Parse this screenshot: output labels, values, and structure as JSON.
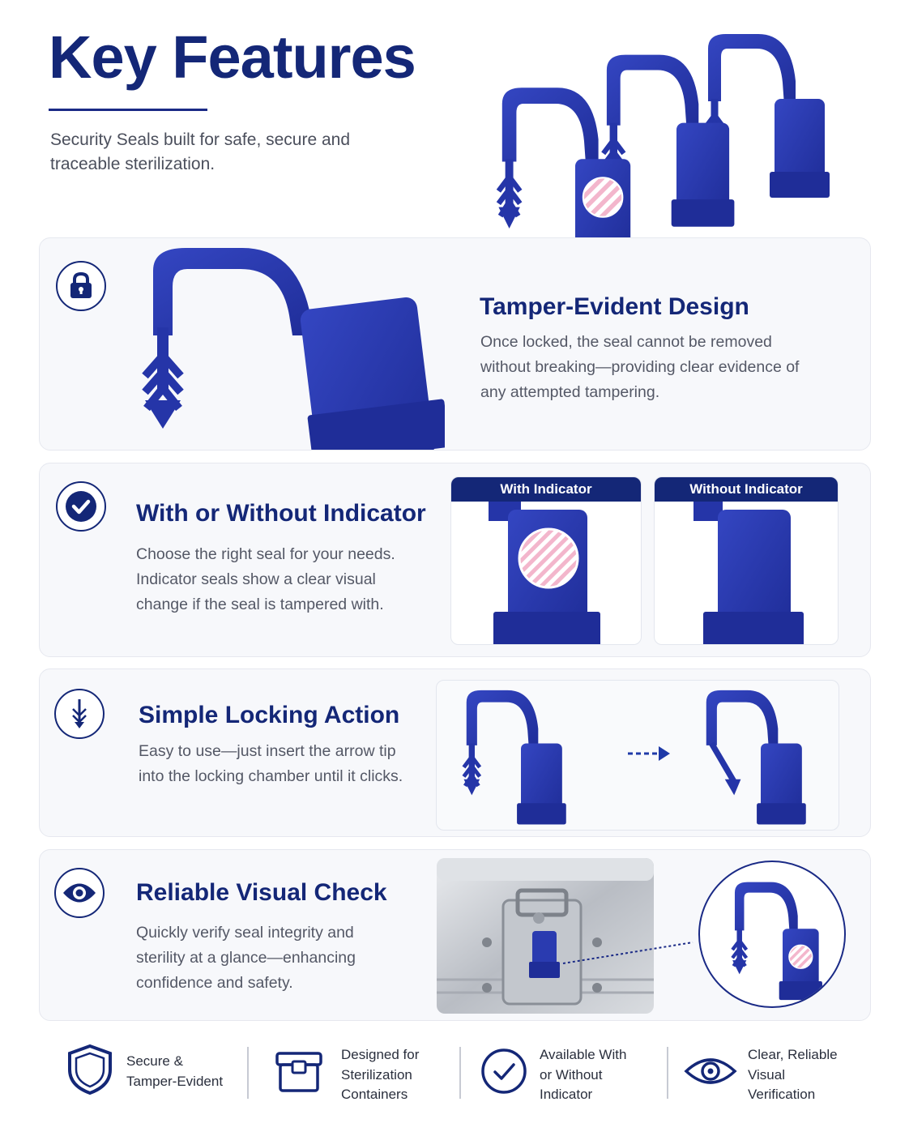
{
  "header": {
    "title": "Key Features",
    "subtitle": "Security Seals built for safe, secure and traceable sterilization."
  },
  "features": [
    {
      "title": "Tamper-Evident Design",
      "description": "Once locked, the seal cannot be removed without breaking—providing clear evidence of any attempted tampering.",
      "icon": "lock-icon"
    },
    {
      "title": "With or Without Indicator",
      "description": "Choose the right seal for your needs. Indicator seals show a clear visual change if the seal is tampered with.",
      "icon": "check-circle-icon",
      "panels": [
        "With Indicator",
        "Without Indicator"
      ]
    },
    {
      "title": "Simple Locking Action",
      "description": "Easy to use—just insert the arrow tip into the locking chamber until it clicks.",
      "icon": "arrow-down-icon"
    },
    {
      "title": "Reliable Visual Check",
      "description": "Quickly verify seal integrity and sterility at a glance—enhancing confidence and safety.",
      "icon": "eye-icon"
    }
  ],
  "footer": [
    {
      "label": "Secure &\nTamper-Evident",
      "icon": "shield-icon"
    },
    {
      "label": "Designed for\nSterilization\nContainers",
      "icon": "container-icon"
    },
    {
      "label": "Available With\nor Without\nIndicator",
      "icon": "check-circle-icon"
    },
    {
      "label": "Clear, Reliable\nVisual\nVerification",
      "icon": "eye-icon"
    }
  ],
  "colors": {
    "navy": "#142777",
    "seal_blue": "#2a3bb0",
    "indicator_pink": "#f3b6cc"
  }
}
